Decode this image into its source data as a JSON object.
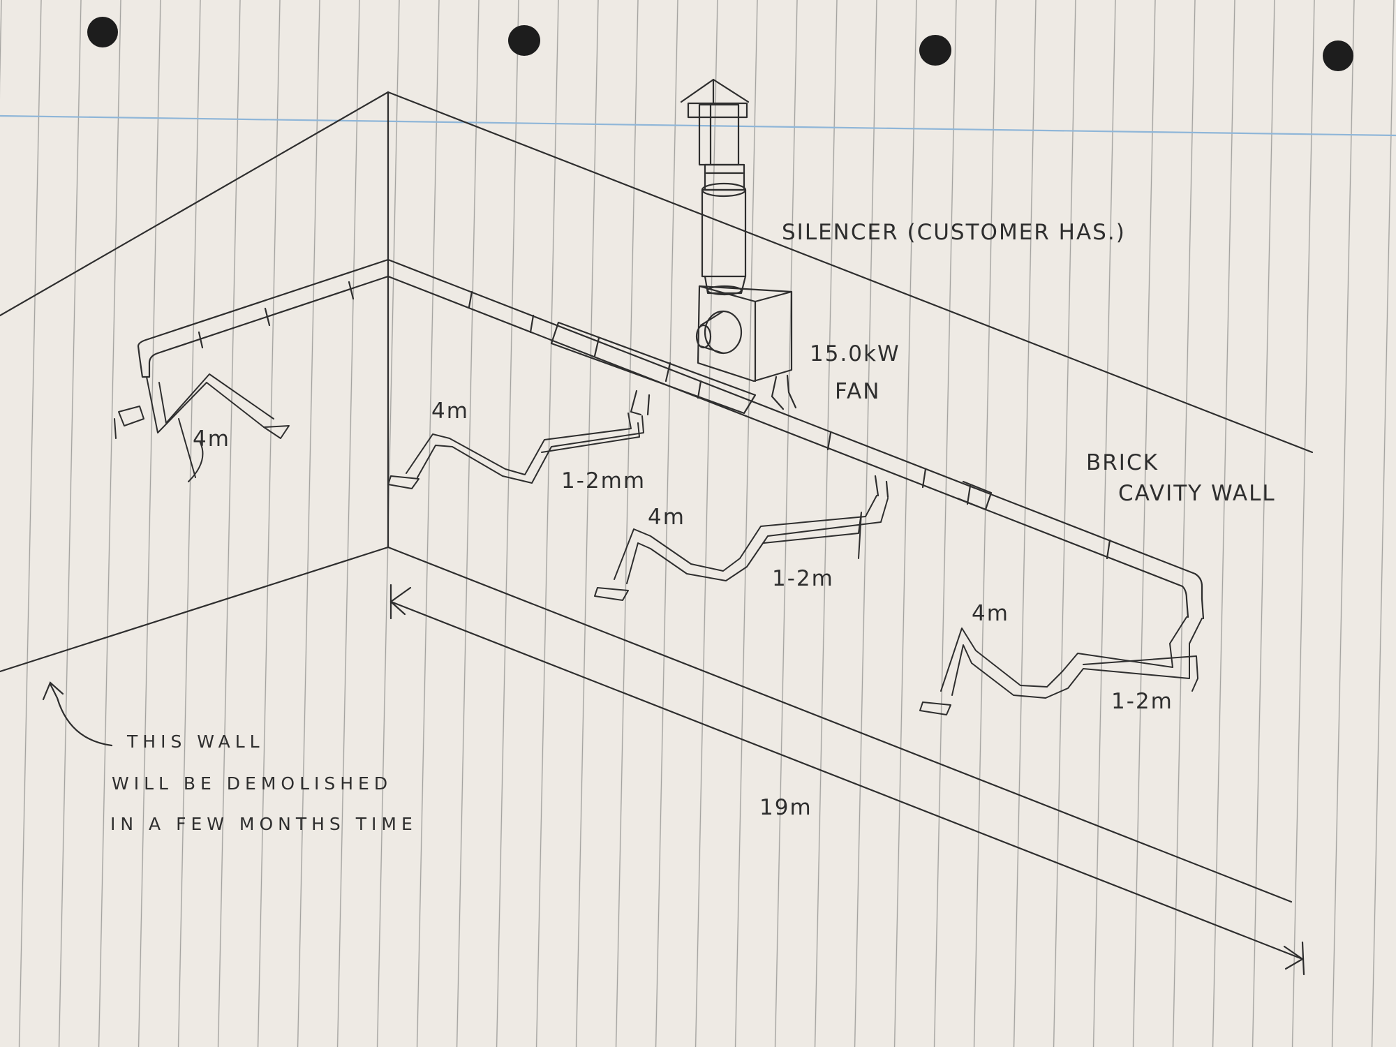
{
  "diagram": {
    "labels": {
      "silencer": "SILENCER (CUSTOMER HAS.)",
      "fan_rating": "15.0kW",
      "fan_word": "FAN",
      "wall_type_line1": "BRICK",
      "wall_type_line2": "CAVITY WALL",
      "arm_1_length": "4m",
      "arm_2_length": "4m",
      "arm_2_branch": "1-2mm",
      "arm_3_length": "4m",
      "arm_3_branch": "1-2m",
      "arm_4_length": "4m",
      "arm_4_branch": "1-2m",
      "total_length": "19m",
      "demolish_note_line1": "THIS WALL",
      "demolish_note_line2": "WILL BE DEMOLISHED",
      "demolish_note_line3": "IN A FEW MONTHS TIME"
    },
    "colors": {
      "paper": "#eeeae4",
      "rule_lines": "#a3a29f",
      "margin_line": "#8fb6d8",
      "pencil": "#2e2e2e"
    }
  }
}
